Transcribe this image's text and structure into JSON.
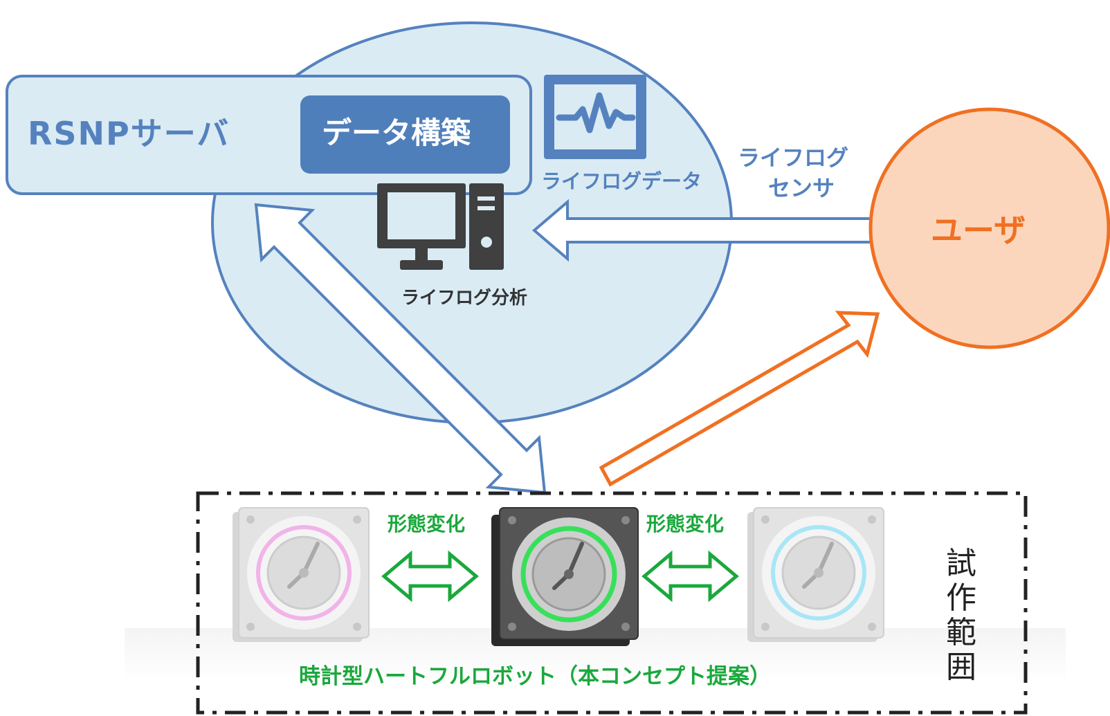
{
  "server": {
    "title": "RSNPサーバ",
    "build_label": "データ構築"
  },
  "lifelog_data_label": "ライフログデータ",
  "lifelog_analysis_label": "ライフログ分析",
  "sensor_label": {
    "line1": "ライフログ",
    "line2": "センサ"
  },
  "user_label": "ユーザ",
  "transform_labels": [
    "形態変化",
    "形態変化"
  ],
  "robot_caption": "時計型ハートフルロボット（本コンセプト提案）",
  "prototype_scope": [
    "試",
    "作",
    "範",
    "囲"
  ],
  "icons": [
    "monitor-graph-icon",
    "desktop-computer-icon",
    "clock-robot-icon"
  ],
  "colors": {
    "blue": "#5582be",
    "light_blue_fill": "#daebf4",
    "orange": "#f07022",
    "orange_fill": "#fcd6bc",
    "green": "#1aa83c",
    "dark_gray": "#444444"
  }
}
